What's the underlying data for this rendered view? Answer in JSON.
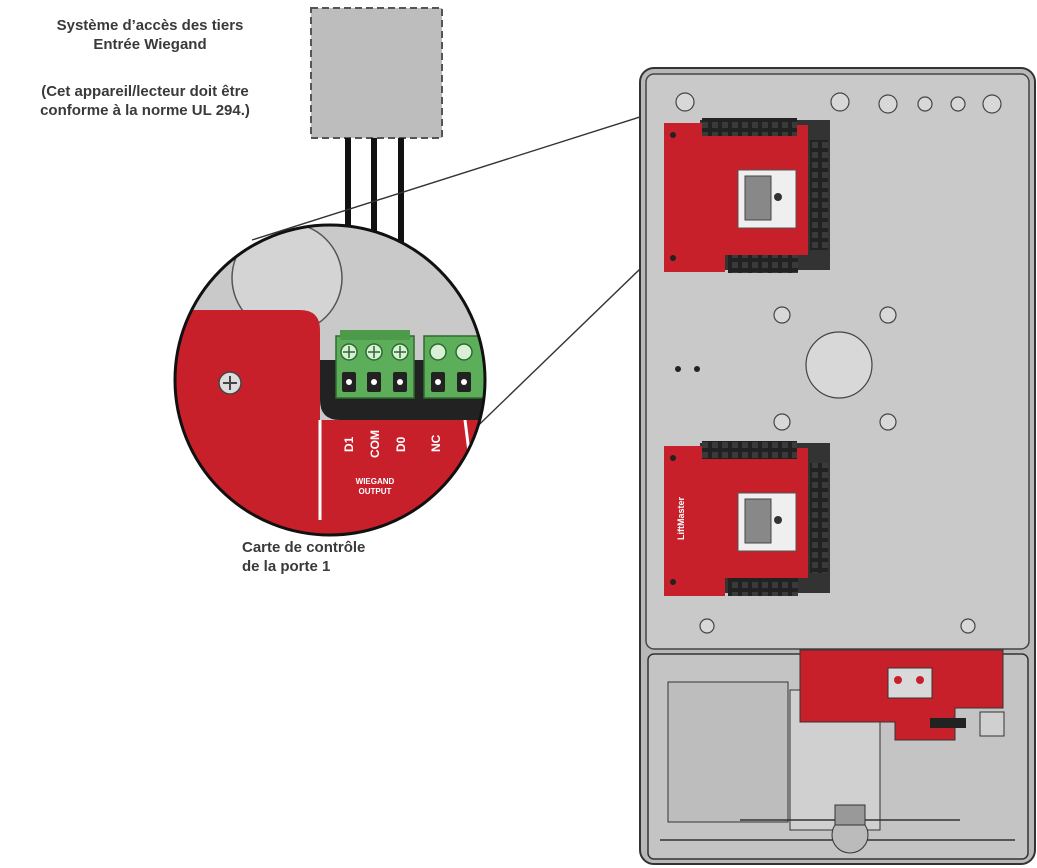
{
  "texts": {
    "third_party_line1": "Système d’accès des tiers",
    "third_party_line2": "Entrée Wiegand",
    "ul_note_line1": "(Cet appareil/lecteur doit être",
    "ul_note_line2": "conforme à la norme UL 294.)",
    "board_caption_line1": "Carte de contrôle",
    "board_caption_line2": "de la porte 1"
  },
  "terminal_labels": {
    "d1": "D1",
    "com": "COM",
    "d0": "D0",
    "nc": "NC",
    "section_line1": "WIEGAND",
    "section_line2": "OUTPUT"
  },
  "brand": {
    "logo_text": "LiftMaster"
  },
  "colors": {
    "board_red": "#c8202a",
    "terminal_green": "#5cae5a",
    "enclosure_gray": "#c9c9c9",
    "device_gray": "#bdbdbd",
    "wire": "#111111"
  }
}
